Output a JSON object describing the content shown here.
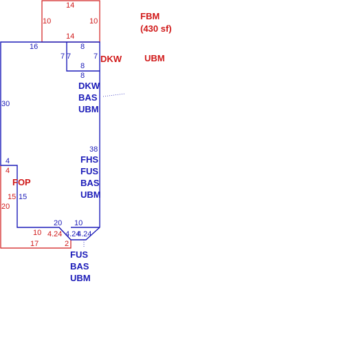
{
  "colors": {
    "blue": "#1a1ab8",
    "red": "#d01818"
  },
  "fbm": {
    "line1": "FBM",
    "line2": "(430 sf)",
    "top": "14",
    "bottom": "14",
    "left": "10",
    "right": "10"
  },
  "labels": {
    "dkw_side": "DKW",
    "ubm_side": "UBM"
  },
  "stack1": [
    "DKW",
    "BAS",
    "UBM"
  ],
  "stack2": [
    "FHS",
    "FUS",
    "BAS",
    "UBM"
  ],
  "stack3": [
    "FUS",
    "BAS",
    "UBM"
  ],
  "fop": "FOP",
  "main_dims": {
    "top": "16",
    "left": "30",
    "notch_top": "8",
    "notch_left_outer": "7",
    "notch_left_inner": "7",
    "notch_right": "7",
    "notch_bottom": "8",
    "notch_below": "8",
    "right": "38",
    "step_top": "4",
    "step_side": "15",
    "bottom": "20",
    "bottom_right": "10",
    "diag_a": "4.24",
    "diag_b": "4.24"
  },
  "fop_dims": {
    "top": "4",
    "right": "15",
    "left": "20",
    "top_bottom": "10",
    "bottom": "17",
    "corner": "2",
    "diag": "4.24"
  }
}
